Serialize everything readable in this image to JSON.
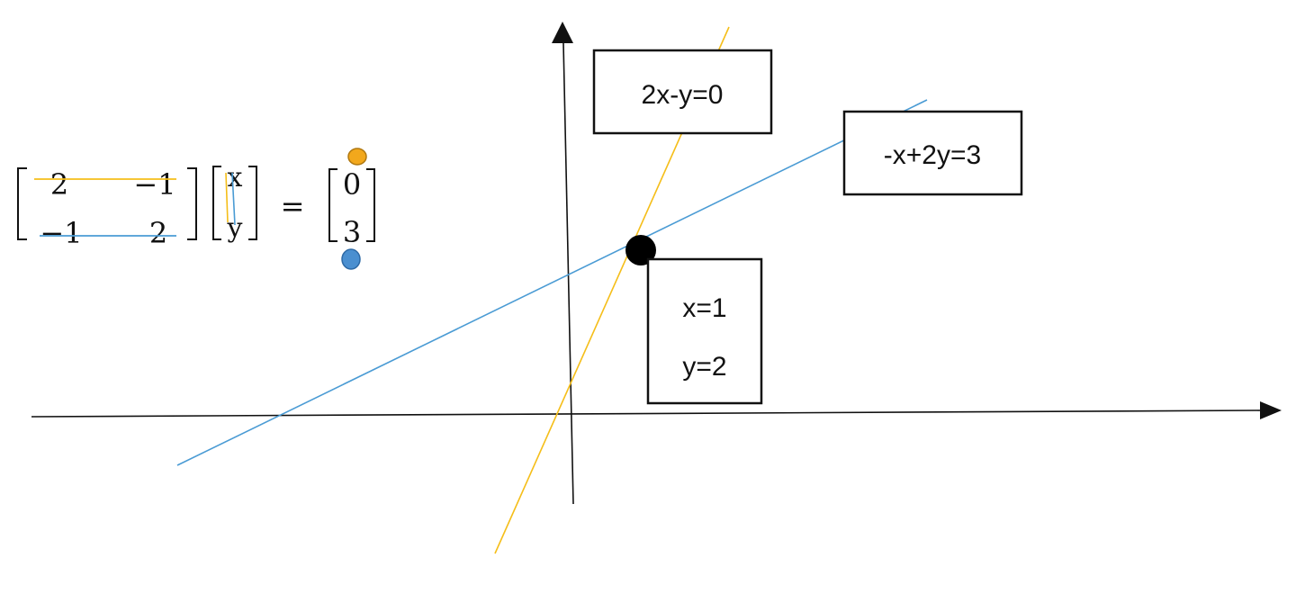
{
  "matrix": {
    "rows": [
      [
        "2",
        "−1"
      ],
      [
        "−1",
        "2"
      ]
    ]
  },
  "vector_xy": [
    "x",
    "y"
  ],
  "equals": "=",
  "rhs": [
    "0",
    "3"
  ],
  "labels": {
    "line1": "2x-y=0",
    "line2": "-x+2y=3",
    "solution_x": "x=1",
    "solution_y": "y=2"
  },
  "colors": {
    "line1": "#F5BE19",
    "line2": "#4A9BD4",
    "axis": "#111111",
    "point": "#000000",
    "marker1": "#F2A81C",
    "marker2": "#4A8FD0"
  }
}
